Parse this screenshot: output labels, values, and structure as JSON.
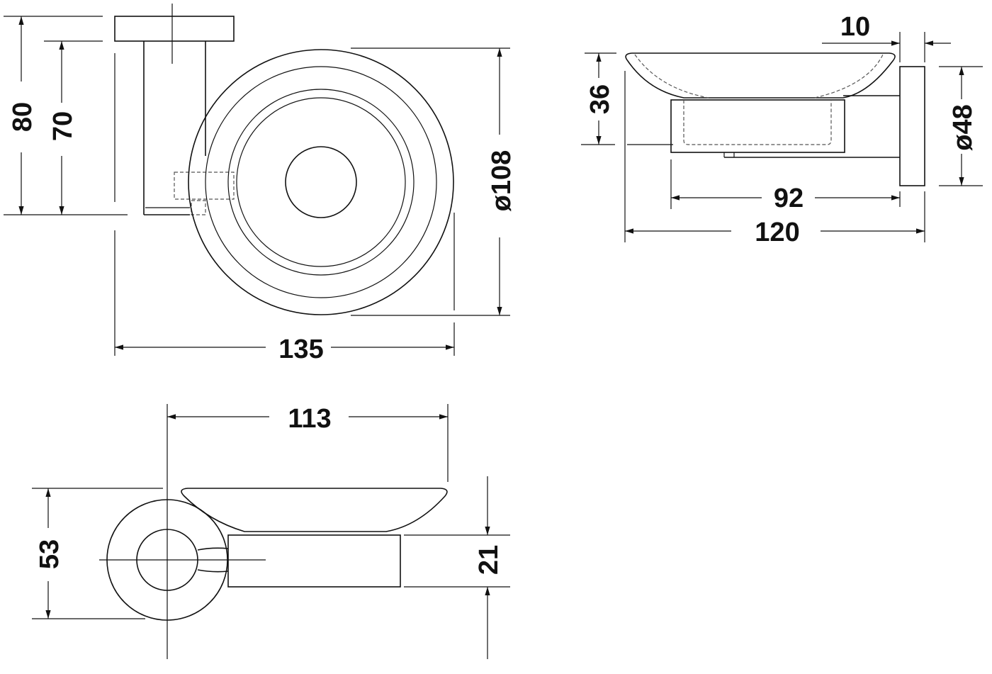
{
  "drawing": {
    "front_view": {
      "height_total": "80",
      "height_post": "70",
      "diameter": "ø108",
      "width": "135"
    },
    "side_view": {
      "plate_thickness": "10",
      "height": "36",
      "plate_diameter": "ø48",
      "holder_depth": "92",
      "total_depth": "120"
    },
    "top_view": {
      "dish_width": "113",
      "depth": "53",
      "holder_height": "21"
    },
    "colors": {
      "line": "#111111",
      "background": "#ffffff"
    }
  }
}
